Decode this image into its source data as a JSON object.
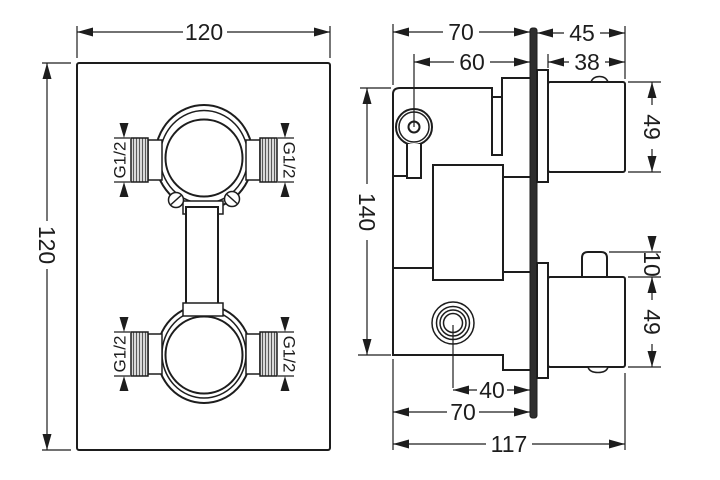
{
  "front_view": {
    "width": "120",
    "height": "120",
    "threads": {
      "top_left": "G1/2",
      "top_right": "G1/2",
      "bottom_left": "G1/2",
      "bottom_right": "G1/2"
    }
  },
  "side_view": {
    "body_depth_top": "70",
    "knob_depth": "45",
    "port_center_to_wall": "60",
    "knob_length": "38",
    "body_height": "140",
    "top_knob_height": "49",
    "stem_height": "10",
    "bottom_knob_height": "49",
    "outlet_center_to_wall": "40",
    "body_depth_bottom": "70",
    "total_depth": "117"
  },
  "colors": {
    "line": "#1d1d1d",
    "background": "#ffffff",
    "plate_fill": "#2e2e2e"
  }
}
